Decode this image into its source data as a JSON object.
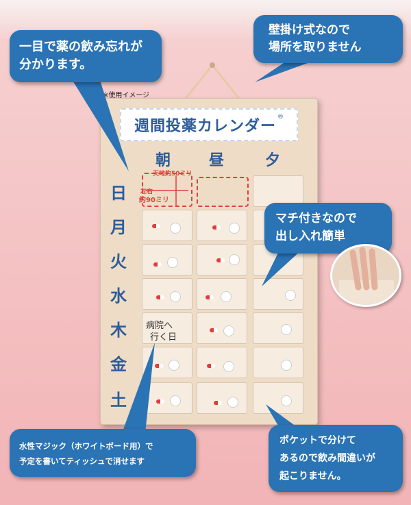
{
  "caption": "※使用イメージ",
  "board": {
    "title": "週間投薬カレンダー",
    "reg_mark": "®",
    "columns": [
      "朝",
      "昼",
      "夕"
    ],
    "days": [
      "日",
      "月",
      "火",
      "水",
      "木",
      "金",
      "土"
    ],
    "dimension_height": "天地約50ミリ",
    "dimension_width_1": "左右",
    "dimension_width_2": "約90ミリ",
    "handwritten_1": "病院へ",
    "handwritten_2": "行く日"
  },
  "bubbles": {
    "top_left": {
      "line1": "一目で薬の飲み忘れが",
      "line2": "分かります。"
    },
    "top_right": {
      "line1": "壁掛け式なので",
      "line2": "場所を取りません"
    },
    "middle_right": {
      "line1": "マチ付きなので",
      "line2": "出し入れ簡単"
    },
    "bottom_left": {
      "line1": "水性マジック（ホワイトボード用）で",
      "line2": "予定を書いてティッシュで消せます"
    },
    "bottom_right": {
      "line1": "ポケットで分けて",
      "line2": "あるので飲み間違いが",
      "line3": "起こりません。"
    }
  },
  "colors": {
    "bubble": "#2a73b5",
    "board": "#efdcc6",
    "label": "#2d5d9a",
    "dash": "#e0403c"
  }
}
